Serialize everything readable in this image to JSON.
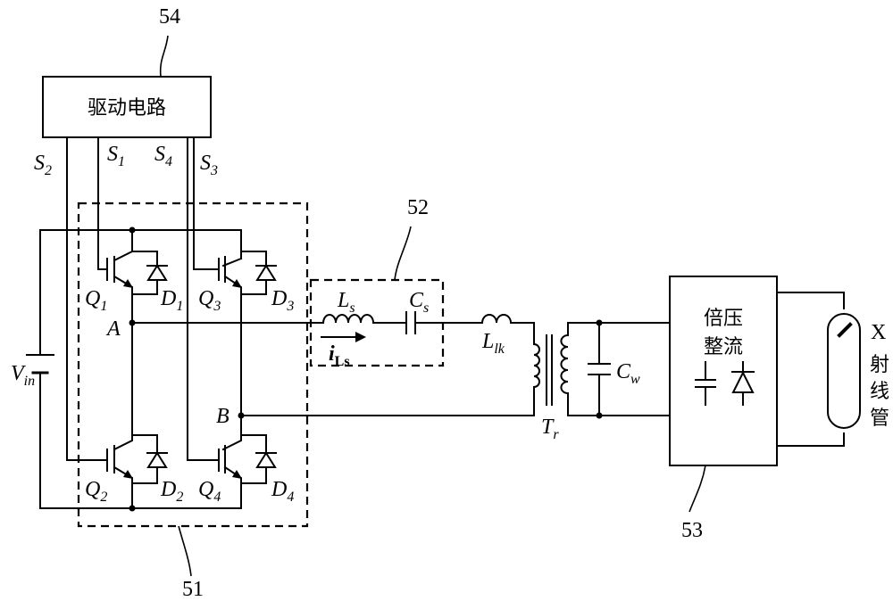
{
  "refs": {
    "r51": "51",
    "r52": "52",
    "r53": "53",
    "r54": "54"
  },
  "blocks": {
    "driver": "驱动电路",
    "multiplier_line1": "倍压",
    "multiplier_line2": "整流",
    "xray_x": "X",
    "xray_1": "射",
    "xray_2": "线",
    "xray_3": "管"
  },
  "signals": {
    "s2": {
      "base": "S",
      "sub": "2"
    },
    "s1": {
      "base": "S",
      "sub": "1"
    },
    "s4": {
      "base": "S",
      "sub": "4"
    },
    "s3": {
      "base": "S",
      "sub": "3"
    }
  },
  "components": {
    "q1": {
      "base": "Q",
      "sub": "1"
    },
    "d1": {
      "base": "D",
      "sub": "1"
    },
    "q3": {
      "base": "Q",
      "sub": "3"
    },
    "d3": {
      "base": "D",
      "sub": "3"
    },
    "q2": {
      "base": "Q",
      "sub": "2"
    },
    "d2": {
      "base": "D",
      "sub": "2"
    },
    "q4": {
      "base": "Q",
      "sub": "4"
    },
    "d4": {
      "base": "D",
      "sub": "4"
    },
    "ls": {
      "base": "L",
      "sub": "s"
    },
    "cs": {
      "base": "C",
      "sub": "s"
    },
    "llk": {
      "base": "L",
      "sub": "lk"
    },
    "cw": {
      "base": "C",
      "sub": "w"
    },
    "tr": {
      "base": "T",
      "sub": "r"
    },
    "vin": {
      "base": "V",
      "sub": "in"
    },
    "ils": {
      "base": "i",
      "sub": "Ls"
    }
  },
  "nodes": {
    "a": "A",
    "b": "B"
  }
}
